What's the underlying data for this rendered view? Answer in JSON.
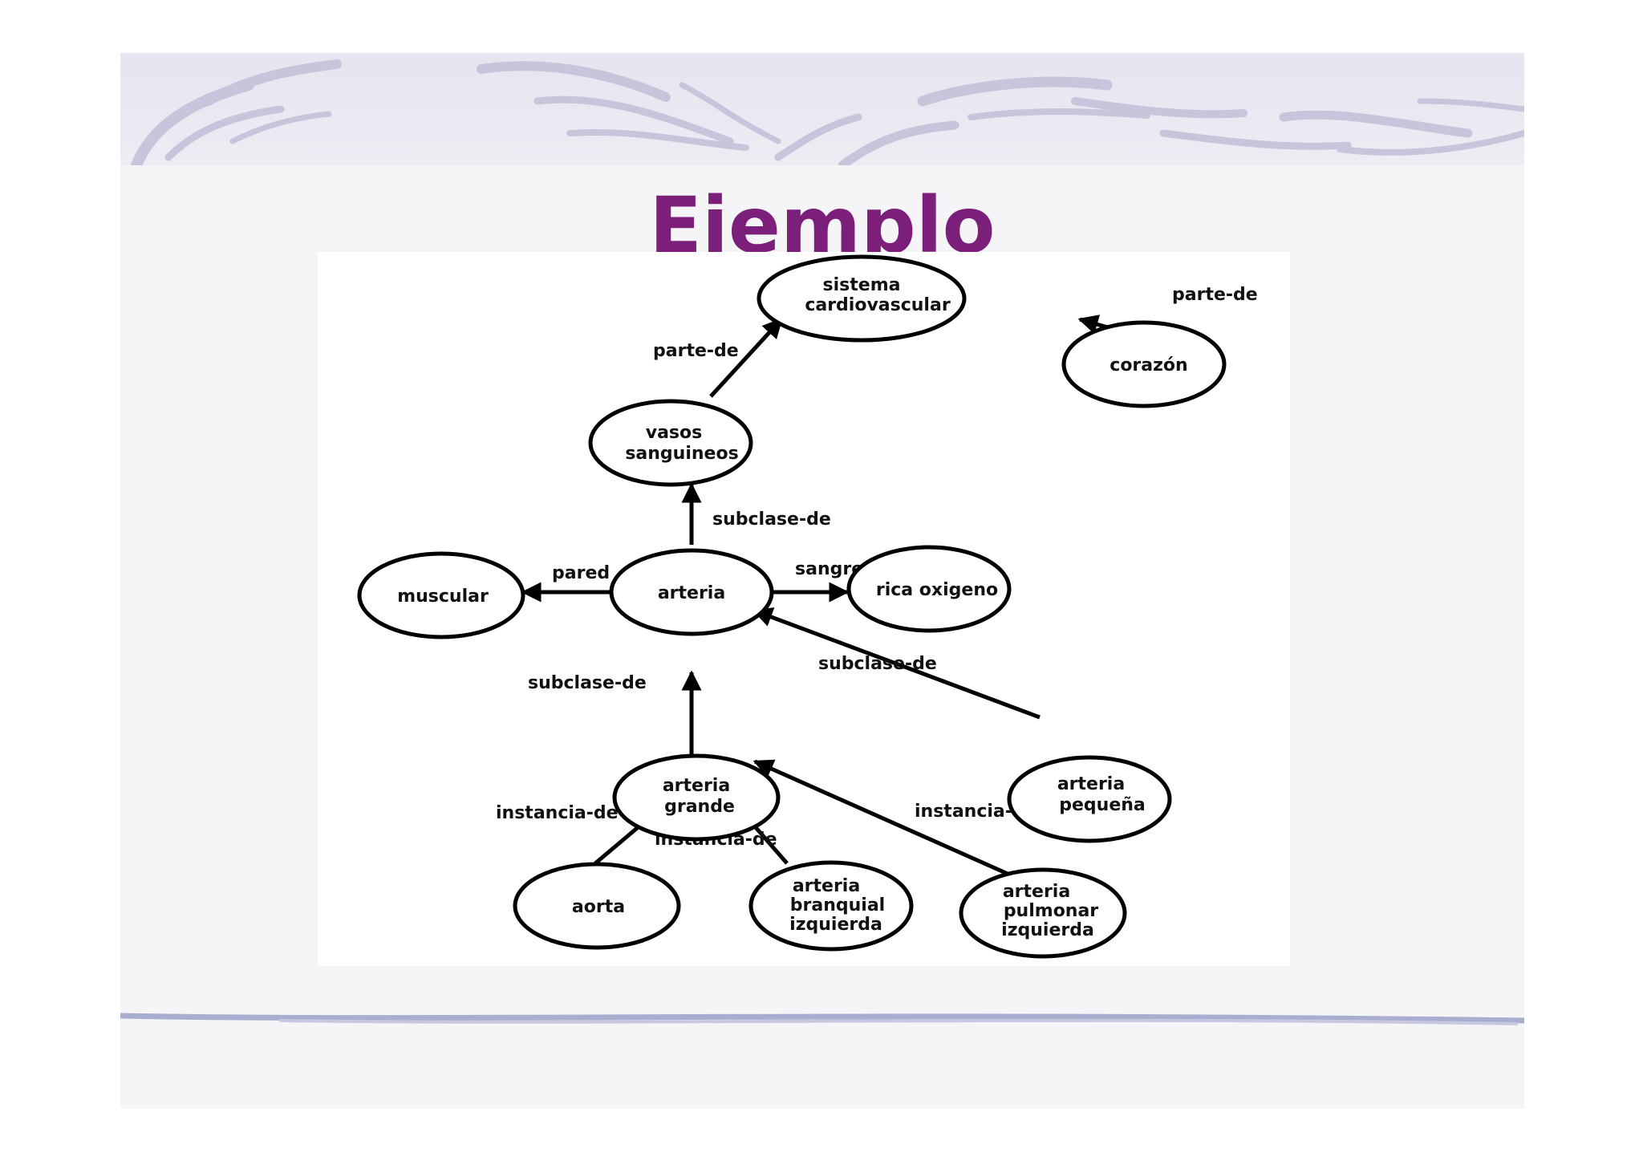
{
  "title": "Ejemplo",
  "colors": {
    "title": "#7b1f7b",
    "banner_stroke": "#c9c8dc",
    "footer_stroke": "#a9aed0",
    "node_stroke": "#000000"
  },
  "nodes": {
    "sistema": [
      "sistema",
      "cardiovascular"
    ],
    "corazon": [
      "corazón"
    ],
    "vasos": [
      "vasos",
      "sanguineos"
    ],
    "arteria": [
      "arteria"
    ],
    "muscular": [
      "muscular"
    ],
    "rica": [
      "rica oxigeno"
    ],
    "grande": [
      "arteria",
      "grande"
    ],
    "pequena": [
      "arteria",
      "pequeña"
    ],
    "aorta": [
      "aorta"
    ],
    "branquial": [
      "arteria",
      "branquial",
      "izquierda"
    ],
    "pulmonar": [
      "arteria",
      "pulmonar",
      "izquierda"
    ]
  },
  "edges": {
    "vasos_sistema": "parte-de",
    "corazon_sistema": "parte-de",
    "arteria_vasos": "subclase-de",
    "arteria_muscular": "pared",
    "arteria_rica": "sangre",
    "pequena_arteria": "subclase-de",
    "grande_arteria": "subclase-de",
    "aorta_grande": "instancia-de",
    "branquial_grande": "instancia-de",
    "pulmonar_grande": "instancia-de"
  }
}
